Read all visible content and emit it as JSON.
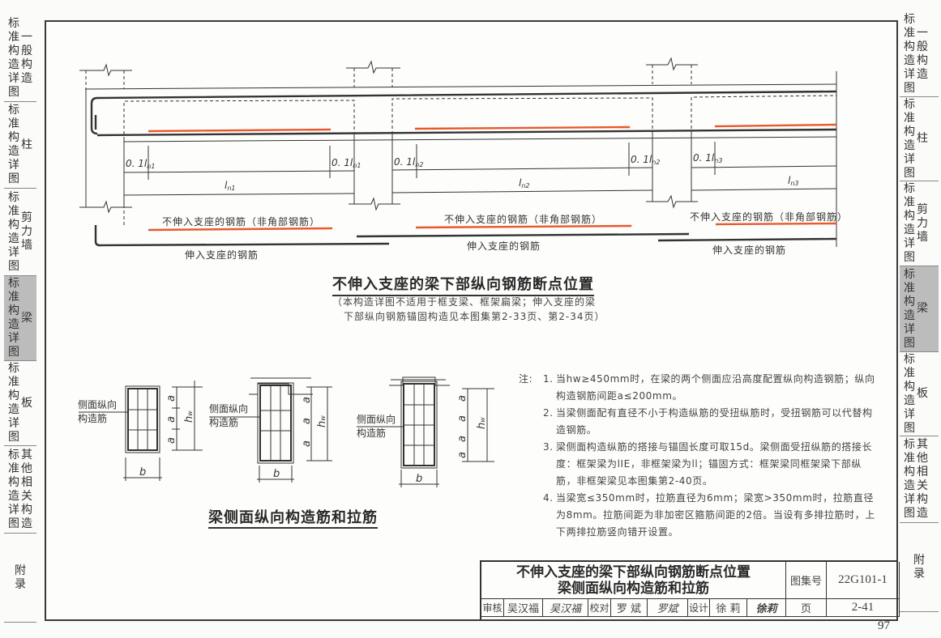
{
  "side_tabs": [
    {
      "prefix": [
        "标",
        "准",
        "构",
        "造",
        "详",
        "图"
      ],
      "section": [
        "一",
        "般",
        "构",
        "造"
      ],
      "active": false
    },
    {
      "prefix": [
        "标",
        "准",
        "构",
        "造",
        "详",
        "图"
      ],
      "section": [
        "柱"
      ],
      "active": false
    },
    {
      "prefix": [
        "标",
        "准",
        "构",
        "造",
        "详",
        "图"
      ],
      "section": [
        "剪",
        "力",
        "墙"
      ],
      "active": false
    },
    {
      "prefix": [
        "标",
        "准",
        "构",
        "造",
        "详",
        "图"
      ],
      "section": [
        "梁"
      ],
      "active": true
    },
    {
      "prefix": [
        "标",
        "准",
        "构",
        "造",
        "详",
        "图"
      ],
      "section": [
        "板"
      ],
      "active": false
    },
    {
      "prefix": [
        "标",
        "准",
        "构",
        "造",
        "详",
        "图"
      ],
      "section": [
        "其",
        "他",
        "相",
        "关",
        "构",
        "造"
      ],
      "active": false
    },
    {
      "prefix": [],
      "section": [
        "附",
        "录"
      ],
      "active": false
    }
  ],
  "beam_diagram": {
    "spans": [
      {
        "span_label": "l_n1",
        "end_label": "0.1l_n1"
      },
      {
        "span_label": "l_n2",
        "end_label": "0.1l_n2"
      },
      {
        "span_label": "l_n3",
        "end_label": "0.1l_n3"
      }
    ],
    "span_labels": [
      "l",
      "n1",
      "n2",
      "n3"
    ],
    "zone_prefix": "0. 1",
    "non_anchored_label": "不伸入支座的钢筋（非角部钢筋）",
    "anchored_label": "伸入支座的钢筋",
    "colors": {
      "non_anchored_bar": "#e85a2e",
      "line": "#333333"
    }
  },
  "beam_title": "不伸入支座的梁下部纵向钢筋断点位置",
  "beam_note_line1": "（本构造详图不适用于框支梁、框架扁梁；伸入支座的梁",
  "beam_note_line2": "下部纵向钢筋锚固构造见本图集第2-33页、第2-34页）",
  "section_diagram": {
    "side_bar_label_line1": "侧面纵向",
    "side_bar_label_line2": "构造筋",
    "width_label": "b",
    "spacing_label": "a",
    "height_label": "hw"
  },
  "section_title": "梁侧面纵向构造筋和拉筋",
  "notes": {
    "prefix": "注:",
    "items": [
      {
        "num": "1.",
        "text": "当hw≥450mm时，在梁的两个侧面应沿高度配置纵向构造钢筋；纵向构造钢筋间距a≤200mm。"
      },
      {
        "num": "2.",
        "text": "当梁侧面配有直径不小于构造纵筋的受扭纵筋时，受扭钢筋可以代替构造钢筋。"
      },
      {
        "num": "3.",
        "text": "梁侧面构造纵筋的搭接与锚固长度可取15d。梁侧面受扭纵筋的搭接长度：框架梁为lIE，非框架梁为ll；锚固方式：框架梁同框架梁下部纵筋，非框架梁见本图集第2-40页。"
      },
      {
        "num": "4.",
        "text": "当梁宽≤350mm时，拉筋直径为6mm；梁宽>350mm时，拉筋直径为8mm。拉筋间距为非加密区箍筋间距的2倍。当设有多排拉筋时，上下两排拉筋竖向错开设置。"
      }
    ]
  },
  "title_block": {
    "title_line1": "不伸入支座的梁下部纵向钢筋断点位置",
    "title_line2": "梁侧面纵向构造筋和拉筋",
    "atlas_label": "图集号",
    "atlas_no": "22G101-1",
    "page_label": "页",
    "page_no": "2-41",
    "review_label": "审核",
    "reviewer": "吴汉福",
    "reviewer_sig": "吴汉福",
    "check_label": "校对",
    "checker": "罗 斌",
    "checker_sig": "罗斌",
    "design_label": "设计",
    "designer": "徐 莉",
    "designer_sig": "徐莉"
  },
  "page_number": "97"
}
